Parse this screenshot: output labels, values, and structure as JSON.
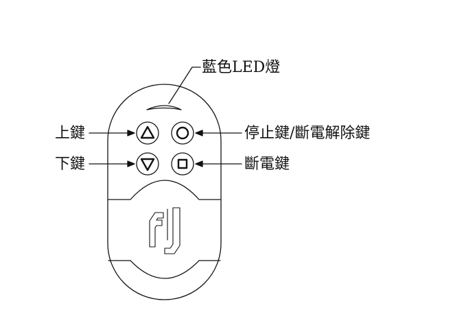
{
  "labels": {
    "led": "藍色LED燈",
    "up": "上鍵",
    "down": "下鍵",
    "stop": "停止鍵/斷電解除鍵",
    "power_off": "斷電鍵"
  },
  "colors": {
    "stroke": "#111111",
    "background": "#ffffff"
  },
  "icons": {
    "up_button": "triangle-up",
    "down_button": "triangle-down",
    "stop_button": "circle",
    "power_off_button": "square",
    "logo": "fj-logo"
  }
}
